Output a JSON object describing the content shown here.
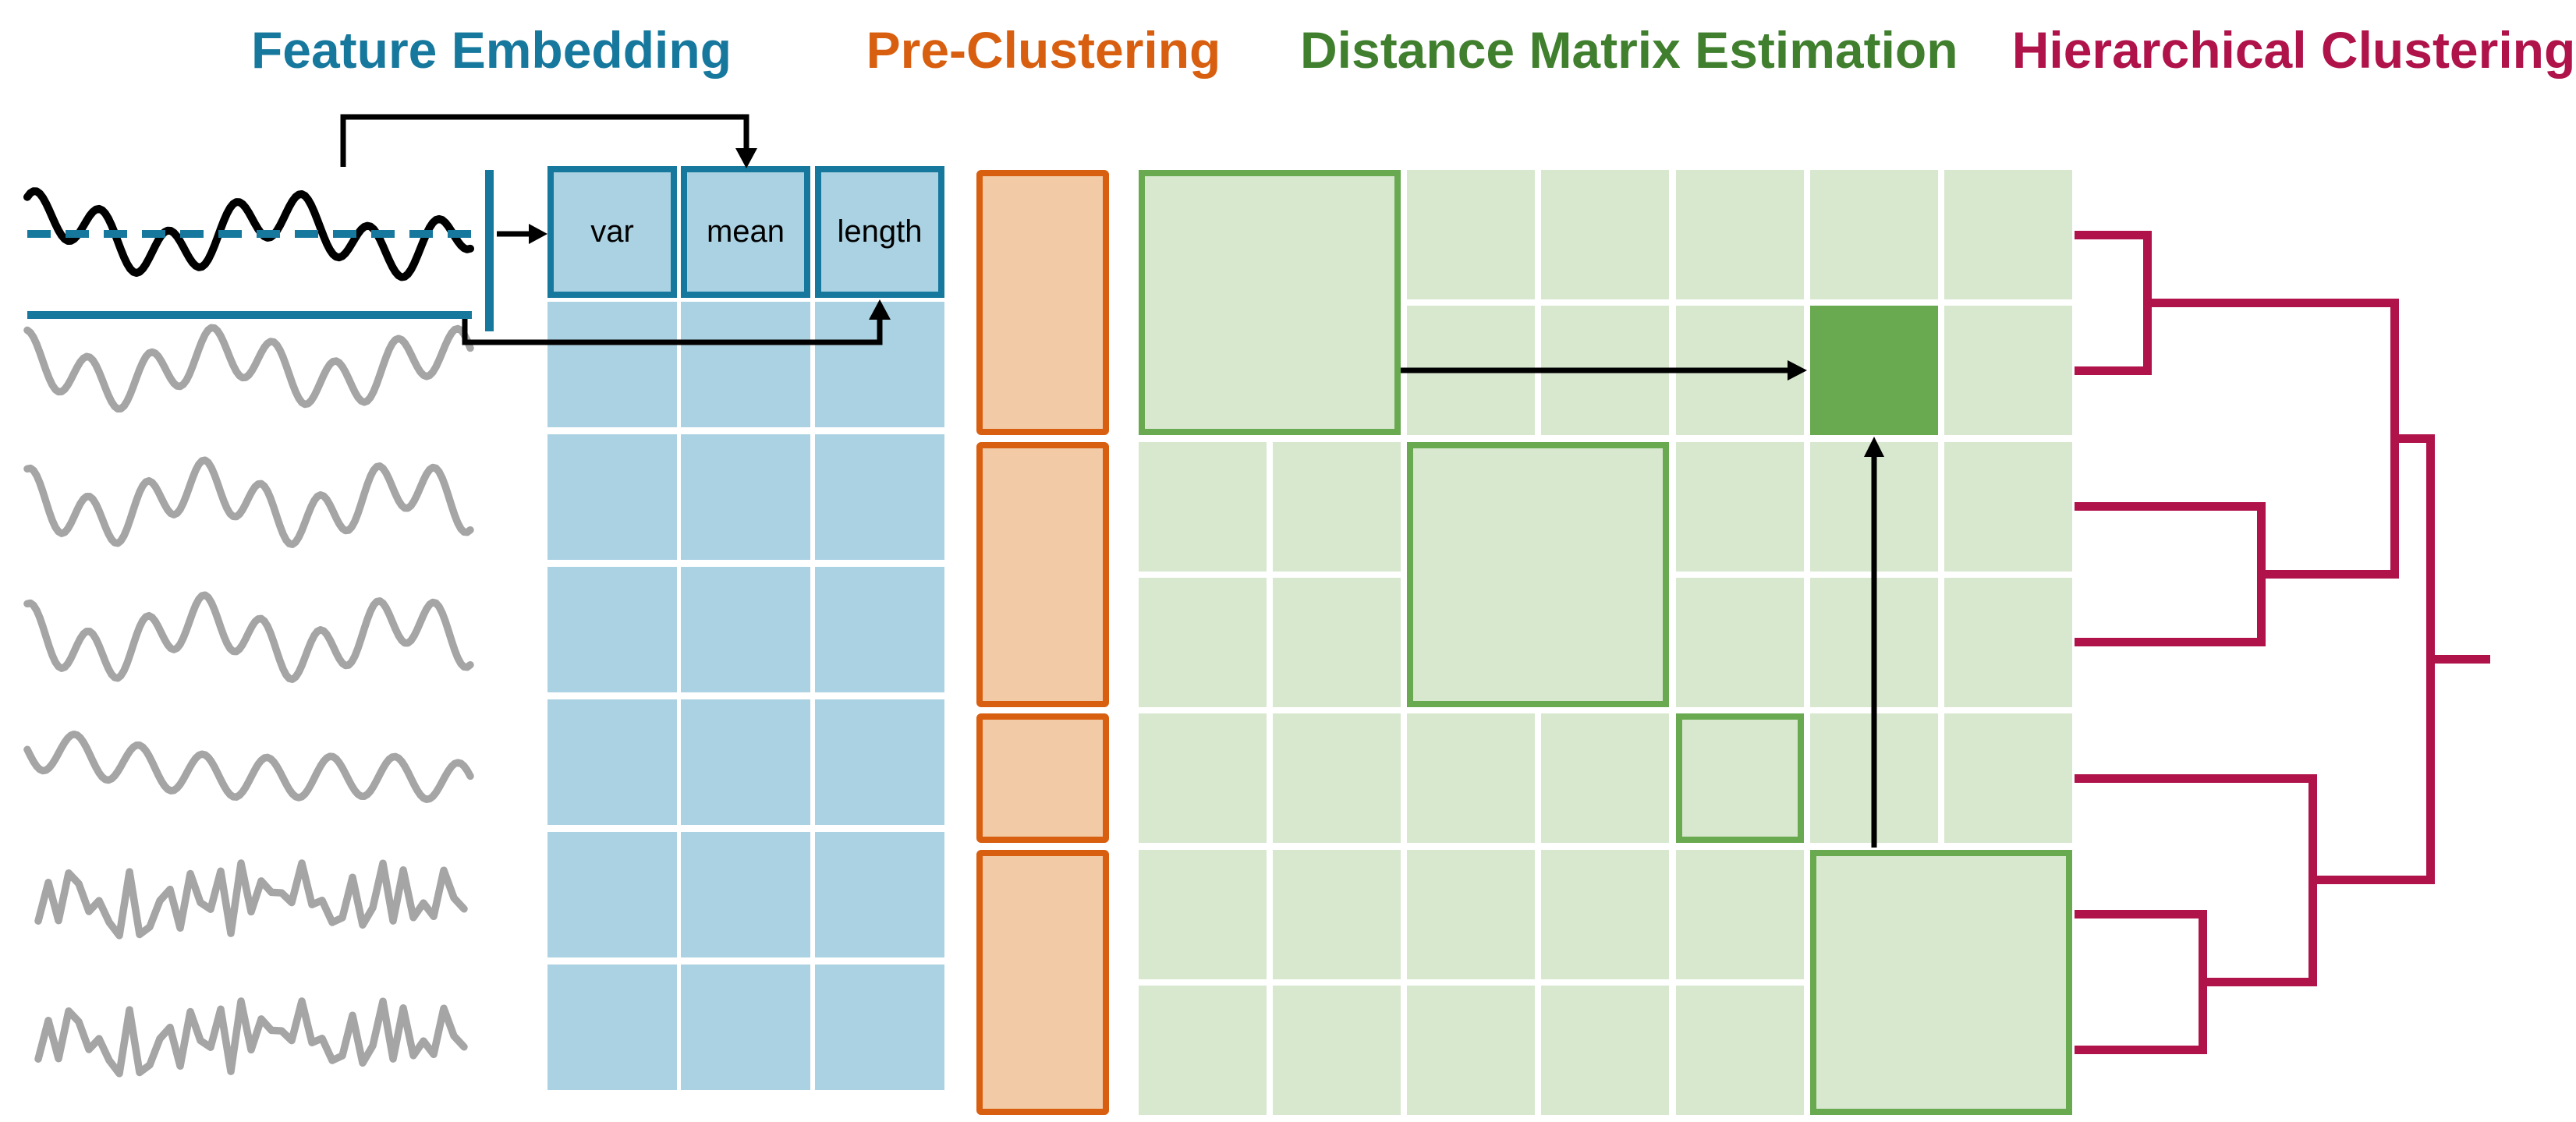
{
  "titles": {
    "feature_embedding": {
      "text": "Feature Embedding",
      "color": "#17789E"
    },
    "pre_clustering": {
      "text": "Pre-Clustering",
      "color": "#D85F10"
    },
    "distance_matrix": {
      "text": "Distance Matrix Estimation",
      "color": "#3F7F2D"
    },
    "hierarchical_clustering": {
      "text": "Hierarchical Clustering",
      "color": "#B0124A"
    }
  },
  "palette": {
    "teal": "#17789E",
    "light_blue": "#ABD2E2",
    "orange": "#D85F10",
    "light_orange": "#F2CBA6",
    "green": "#69A94F",
    "light_green": "#D8E8CF",
    "crimson": "#B0124A",
    "gray_signal": "#A5A5A5",
    "black": "#000000"
  },
  "feature_table": {
    "columns": [
      "var",
      "mean",
      "length"
    ],
    "n_body_rows": 6
  },
  "signals": [
    {
      "id": 1,
      "color": "black",
      "style": "smooth",
      "has_mean_line": true,
      "has_window_underline": true
    },
    {
      "id": 2,
      "color": "gray",
      "style": "smooth"
    },
    {
      "id": 3,
      "color": "gray",
      "style": "smooth"
    },
    {
      "id": 4,
      "color": "gray",
      "style": "smooth"
    },
    {
      "id": 5,
      "color": "gray",
      "style": "smooth"
    },
    {
      "id": 6,
      "color": "gray",
      "style": "noisy"
    },
    {
      "id": 7,
      "color": "gray",
      "style": "noisy"
    }
  ],
  "pre_clustering": {
    "groups": [
      {
        "rows": [
          1,
          2
        ]
      },
      {
        "rows": [
          3,
          4
        ]
      },
      {
        "rows": [
          5
        ]
      },
      {
        "rows": [
          6,
          7
        ]
      }
    ]
  },
  "distance_matrix": {
    "size": 7,
    "blocks": [
      {
        "rows": [
          1,
          2
        ],
        "cols": [
          1,
          2
        ]
      },
      {
        "rows": [
          3,
          4
        ],
        "cols": [
          3,
          4
        ]
      },
      {
        "rows": [
          5
        ],
        "cols": [
          5
        ]
      },
      {
        "rows": [
          6,
          7
        ],
        "cols": [
          6,
          7
        ]
      }
    ],
    "highlight_cell": {
      "row": 2,
      "col": 6
    },
    "arrows": [
      {
        "from": "block-1",
        "to": "highlight-cell",
        "direction": "horizontal"
      },
      {
        "from": "block-4",
        "to": "highlight-cell",
        "direction": "vertical"
      }
    ]
  },
  "dendrogram": {
    "leaves": 7,
    "tree": {
      "d": 456,
      "children": [
        {
          "d": 410,
          "children": [
            {
              "d": 93,
              "children": [
                1,
                2
              ]
            },
            {
              "d": 239,
              "children": [
                3,
                4
              ]
            }
          ]
        },
        {
          "d": 305,
          "children": [
            5,
            {
              "d": 164,
              "children": [
                6,
                7
              ]
            }
          ]
        }
      ]
    },
    "root_stub": 77
  }
}
